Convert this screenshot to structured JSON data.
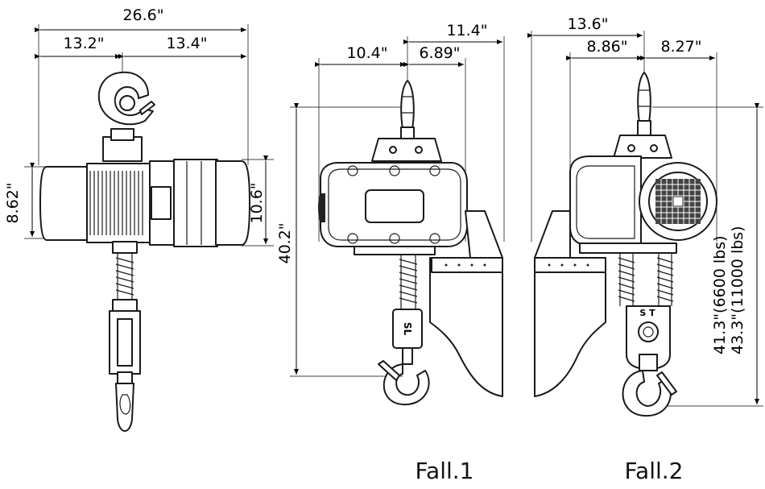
{
  "views": {
    "side": {
      "overall_width": "26.6\"",
      "left_width": "13.2\"",
      "right_width": "13.4\"",
      "body_height": "8.62\"",
      "motor_height": "10.6\""
    },
    "fall1": {
      "overall_width": "11.4\"",
      "left_width": "10.4\"",
      "right_width": "6.89\"",
      "headroom": "40.2\"",
      "body_tag": "SL",
      "caption": "Fall.1"
    },
    "fall2": {
      "overall_width": "13.6\"",
      "left_width": "8.86\"",
      "right_width": "8.27\"",
      "headroom_6600": "41.3\"(6600 lbs)",
      "headroom_11000": "43.3\"(11000 lbs)",
      "body_tag": "S T",
      "caption": "Fall.2"
    }
  }
}
